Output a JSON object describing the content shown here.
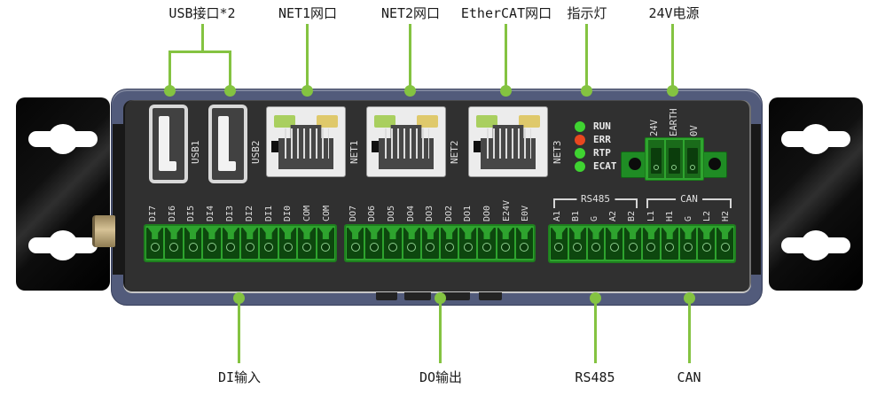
{
  "device_name": "industrial-io-controller-front-panel",
  "colors": {
    "leader_green": "#84C341",
    "case_slate": "#525B7B",
    "panel_black": "#303030",
    "terminal_green": "#2EA32E",
    "terminal_dark_green": "#0D470E",
    "rj45_led_left": "#A9CF5F",
    "rj45_led_right": "#DFC96B",
    "antenna_gold": "#C9B183"
  },
  "callouts_top": {
    "usb": "USB接口*2",
    "net1": "NET1网口",
    "net2": "NET2网口",
    "ethercat": "EtherCAT网口",
    "indicator": "指示灯",
    "power": "24V电源"
  },
  "callouts_bottom": {
    "di": "DI输入",
    "do": "DO输出",
    "rs485": "RS485",
    "can": "CAN"
  },
  "usb_ports": [
    "USB1",
    "USB2"
  ],
  "ethernet_ports": [
    "NET1",
    "NET2",
    "NET3"
  ],
  "status_leds": [
    {
      "label": "RUN",
      "color": "#3FD331"
    },
    {
      "label": "ERR",
      "color": "#E8471F"
    },
    {
      "label": "RTP",
      "color": "#3FD331"
    },
    {
      "label": "ECAT",
      "color": "#3FD331"
    }
  ],
  "power_pins": [
    "24V",
    "EARTH",
    "0V"
  ],
  "di_pins": [
    "DI7",
    "DI6",
    "DI5",
    "DI4",
    "DI3",
    "DI2",
    "DI1",
    "DI0",
    "COM",
    "COM"
  ],
  "do_pins": [
    "DO7",
    "DO6",
    "DO5",
    "DO4",
    "DO3",
    "DO2",
    "DO1",
    "DO0",
    "E24V",
    "E0V"
  ],
  "rs485_group": {
    "label": "RS485",
    "pins": [
      "A1",
      "B1",
      "G",
      "A2",
      "B2"
    ]
  },
  "can_group": {
    "label": "CAN",
    "pins": [
      "L1",
      "H1",
      "G",
      "L2",
      "H2"
    ]
  }
}
